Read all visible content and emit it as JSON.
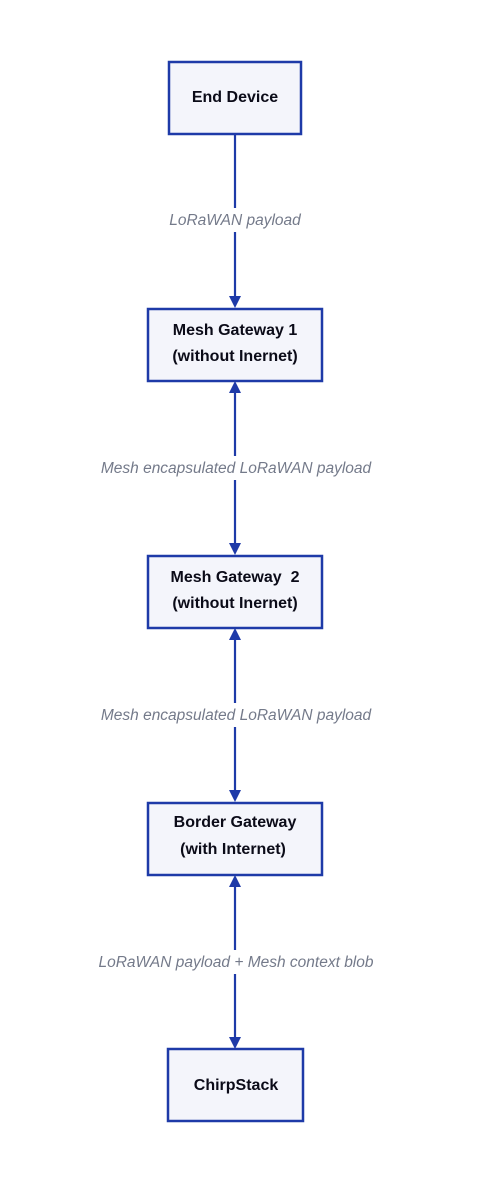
{
  "nodes": [
    {
      "id": "end-device",
      "lines": [
        "End Device"
      ]
    },
    {
      "id": "mesh-gateway-1",
      "lines": [
        "Mesh Gateway 1",
        "(without Inernet)"
      ]
    },
    {
      "id": "mesh-gateway-2",
      "lines": [
        "Mesh Gateway  2",
        "(without Inernet)"
      ]
    },
    {
      "id": "border-gateway",
      "lines": [
        "Border Gateway",
        "(with Internet)"
      ]
    },
    {
      "id": "chirpstack",
      "lines": [
        "ChirpStack"
      ]
    }
  ],
  "edges": [
    {
      "id": "end-to-mesh1",
      "label": "LoRaWAN payload",
      "direction": "forward"
    },
    {
      "id": "mesh1-to-mesh2",
      "label": "Mesh encapsulated LoRaWAN payload",
      "direction": "both"
    },
    {
      "id": "mesh2-to-border",
      "label": "Mesh encapsulated LoRaWAN payload",
      "direction": "both"
    },
    {
      "id": "border-to-chirpstack",
      "label": "LoRaWAN payload + Mesh context blob",
      "direction": "both"
    }
  ]
}
